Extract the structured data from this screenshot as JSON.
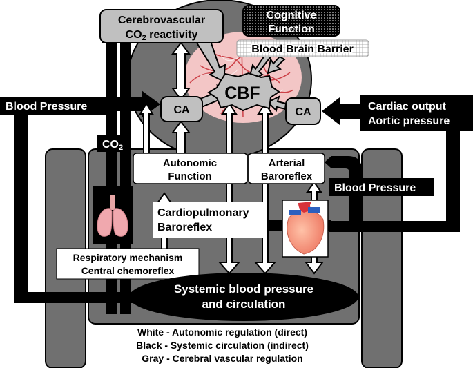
{
  "labels": {
    "cerebro_line1": "Cerebrovascular",
    "cerebro_line2_pre": "CO",
    "cerebro_line2_sub": "2",
    "cerebro_line2_post": " reactivity",
    "cognitive_line1": "Cognitive",
    "cognitive_line2": "Function",
    "bbb": "Blood Brain Barrier",
    "cbf": "CBF",
    "ca_left": "CA",
    "ca_right": "CA",
    "bp_left": "Blood Pressure",
    "cardiac_line1": "Cardiac output",
    "cardiac_line2": "Aortic pressure",
    "co2_pre": "CO",
    "co2_sub": "2",
    "autonomic_line1": "Autonomic",
    "autonomic_line2": "Function",
    "arterial_line1": "Arterial",
    "arterial_line2": "Baroreflex",
    "bp_right": "Blood Pressure",
    "cardiopulmonary_line1": "Cardiopulmonary",
    "cardiopulmonary_line2": "Baroreflex",
    "respiratory_line1": "Respiratory mechanism",
    "respiratory_line2": "Central chemoreflex",
    "systemic_line1": "Systemic blood pressure",
    "systemic_line2": "and circulation"
  },
  "legend": [
    "White - Autonomic regulation (direct)",
    "Black - Systemic circulation (indirect)",
    "Gray - Cerebral vascular regulation"
  ],
  "colors": {
    "black": "#000000",
    "white": "#ffffff",
    "gray_box": "#c0c0c0",
    "body_gray": "#707070",
    "brain_pink": "#f3c6c6",
    "vessel_red": "#c8323a"
  },
  "icons": [
    "brain-image",
    "lungs-icon",
    "heart-icon"
  ]
}
